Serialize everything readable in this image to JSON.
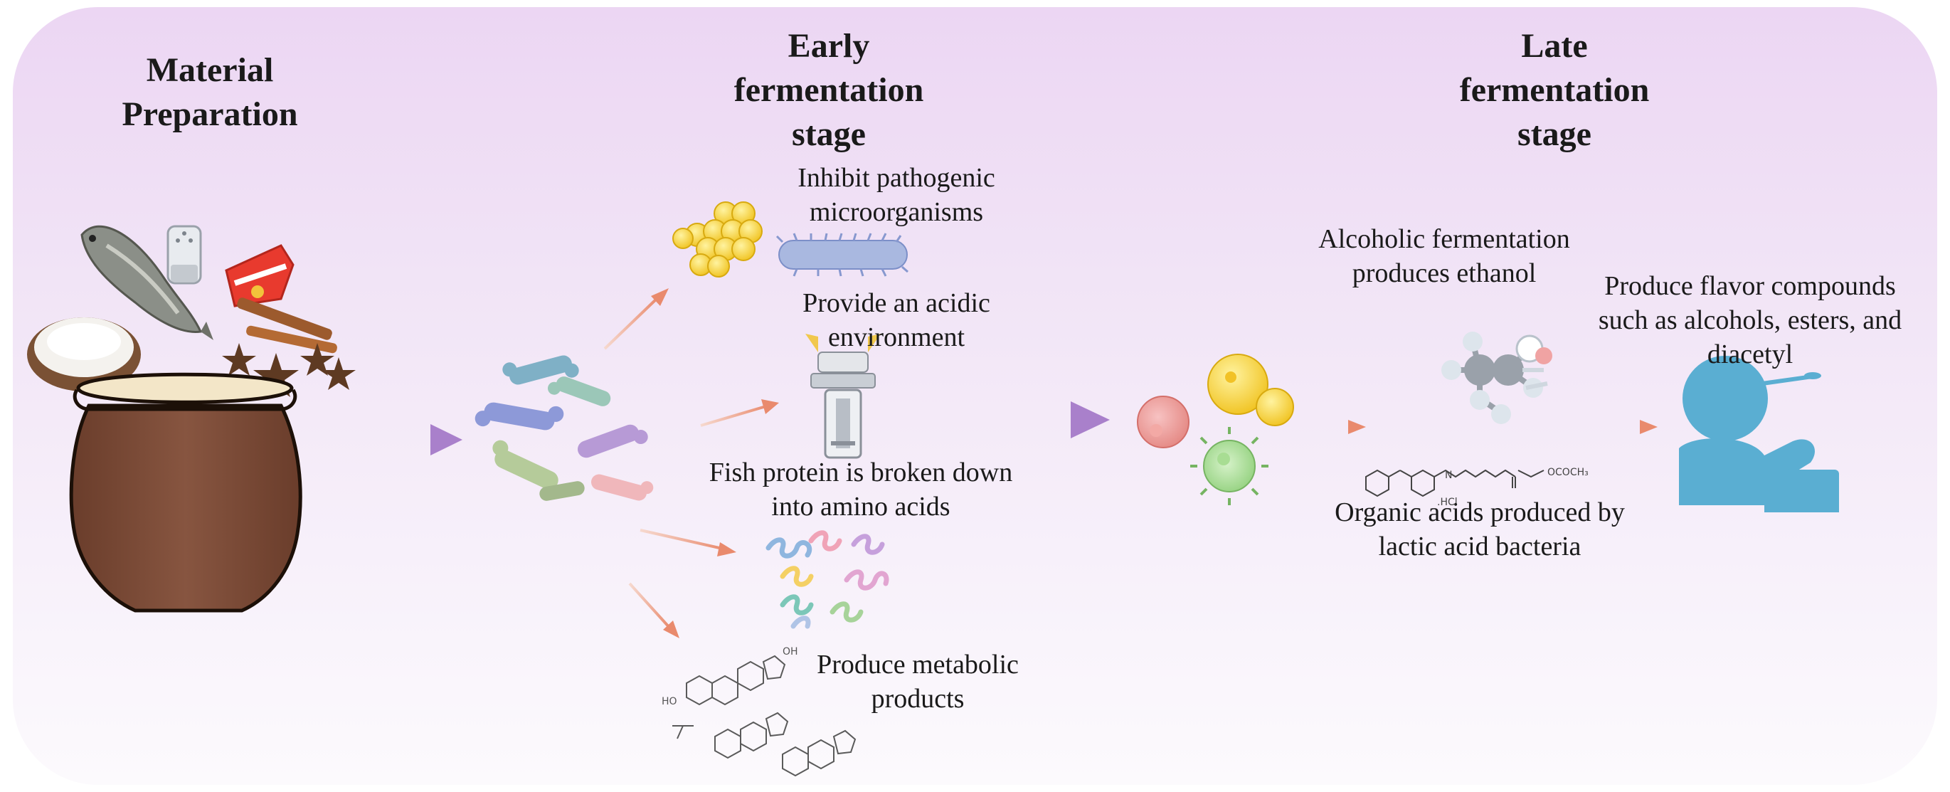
{
  "stages": {
    "material": {
      "title_lines": [
        "Material",
        "Preparation"
      ]
    },
    "early": {
      "title_lines": [
        "Early",
        "fermentation",
        "stage"
      ]
    },
    "late": {
      "title_lines": [
        "Late",
        "fermentation",
        "stage"
      ]
    }
  },
  "early_effects": {
    "inhibit": [
      "Inhibit pathogenic",
      "microorganisms"
    ],
    "acidic": [
      "Provide an acidic",
      "environment"
    ],
    "protein": [
      "Fish protein is broken down",
      "into amino acids"
    ],
    "metabolic": [
      "Produce metabolic",
      "products"
    ]
  },
  "late_effects": {
    "ethanol": [
      "Alcoholic fermentation",
      "produces ethanol"
    ],
    "organic": [
      "Organic acids produced by",
      "lactic acid bacteria"
    ],
    "flavor": [
      "Produce flavor compounds",
      "such as alcohols, esters, and",
      "diacetyl"
    ]
  },
  "chemical_labels": {
    "hcl": ".HCl",
    "ester": "OCOCH₃",
    "nh": "N",
    "ho": "HO",
    "oh": "OH"
  },
  "colors": {
    "pot": "#7a4a35",
    "arrow_main": "#b48cd0",
    "arrow_small": "#ec9f84",
    "person": "#5aaed2",
    "cocci": "#f7dc55",
    "bacillus": "#a9b8e0"
  }
}
